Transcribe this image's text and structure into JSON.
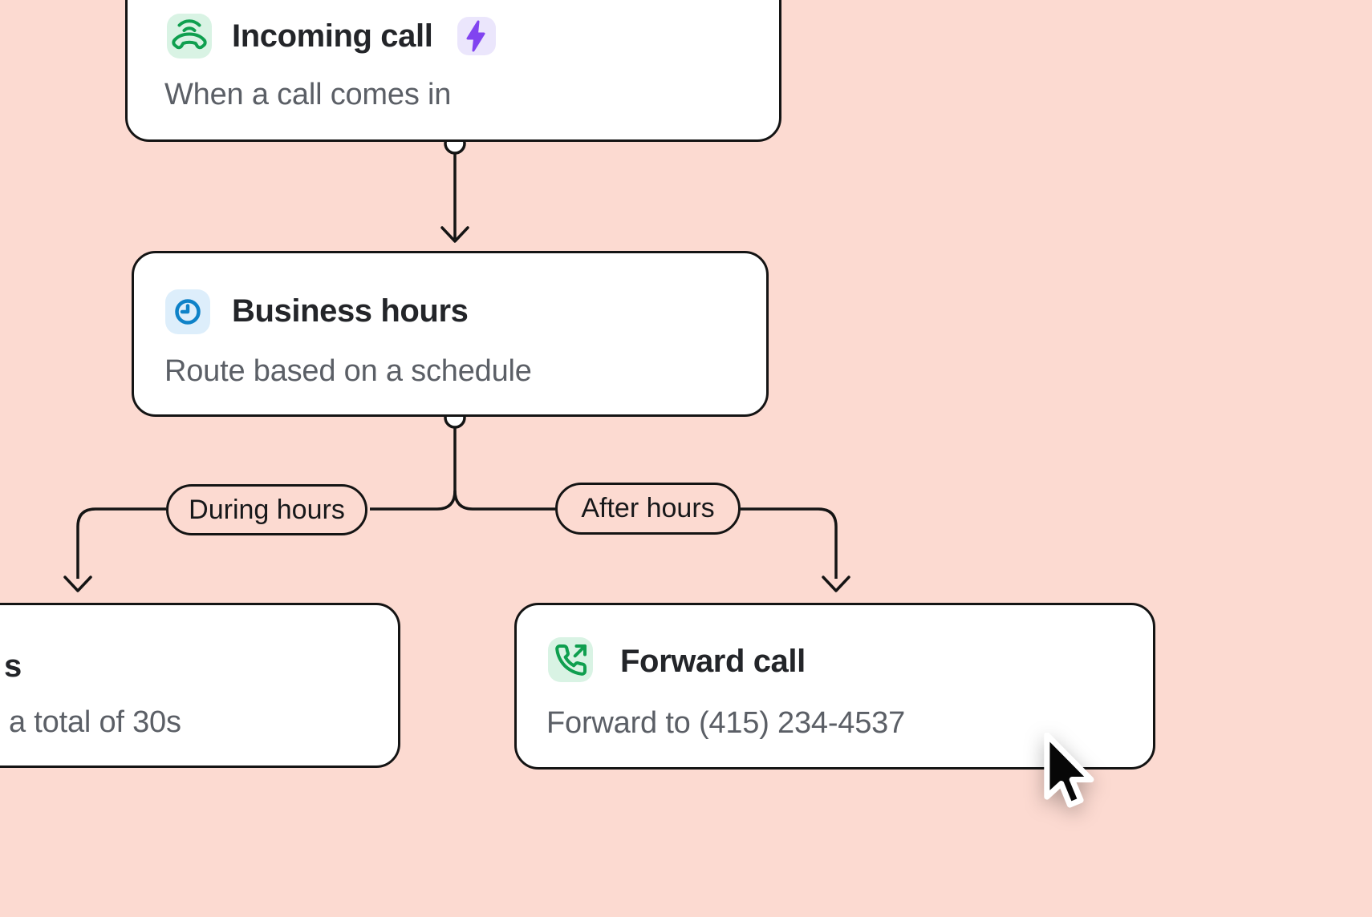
{
  "colors": {
    "background": "#fcdad1",
    "card_bg": "#ffffff",
    "line": "#141414",
    "title_text": "#232529",
    "subtitle_text": "#5b5f66",
    "green_icon": "#0f9f4f",
    "green_icon_bg": "#d9f3e4",
    "blue_icon": "#0e82c8",
    "blue_icon_bg": "#ddeefb",
    "purple_bolt": "#8144f0",
    "purple_bolt_bg": "#ebe6fc"
  },
  "flow": {
    "incoming_call": {
      "title": "Incoming call",
      "subtitle": "When a call comes in"
    },
    "business_hours": {
      "title": "Business hours",
      "subtitle": "Route based on a schedule"
    },
    "during_label": "During hours",
    "after_label": "After hours",
    "ring_step": {
      "title_fragment": "s",
      "subtitle_fragment": "a total of 30s"
    },
    "forward_call": {
      "title": "Forward call",
      "subtitle": "Forward to (415) 234-4537"
    }
  },
  "icons": {
    "incoming_call_icon": "incoming-call-icon",
    "trigger_badge_icon": "lightning-bolt-icon",
    "business_hours_icon": "clock-icon",
    "forward_call_icon": "phone-outgoing-icon",
    "pointer": "mouse-cursor"
  }
}
